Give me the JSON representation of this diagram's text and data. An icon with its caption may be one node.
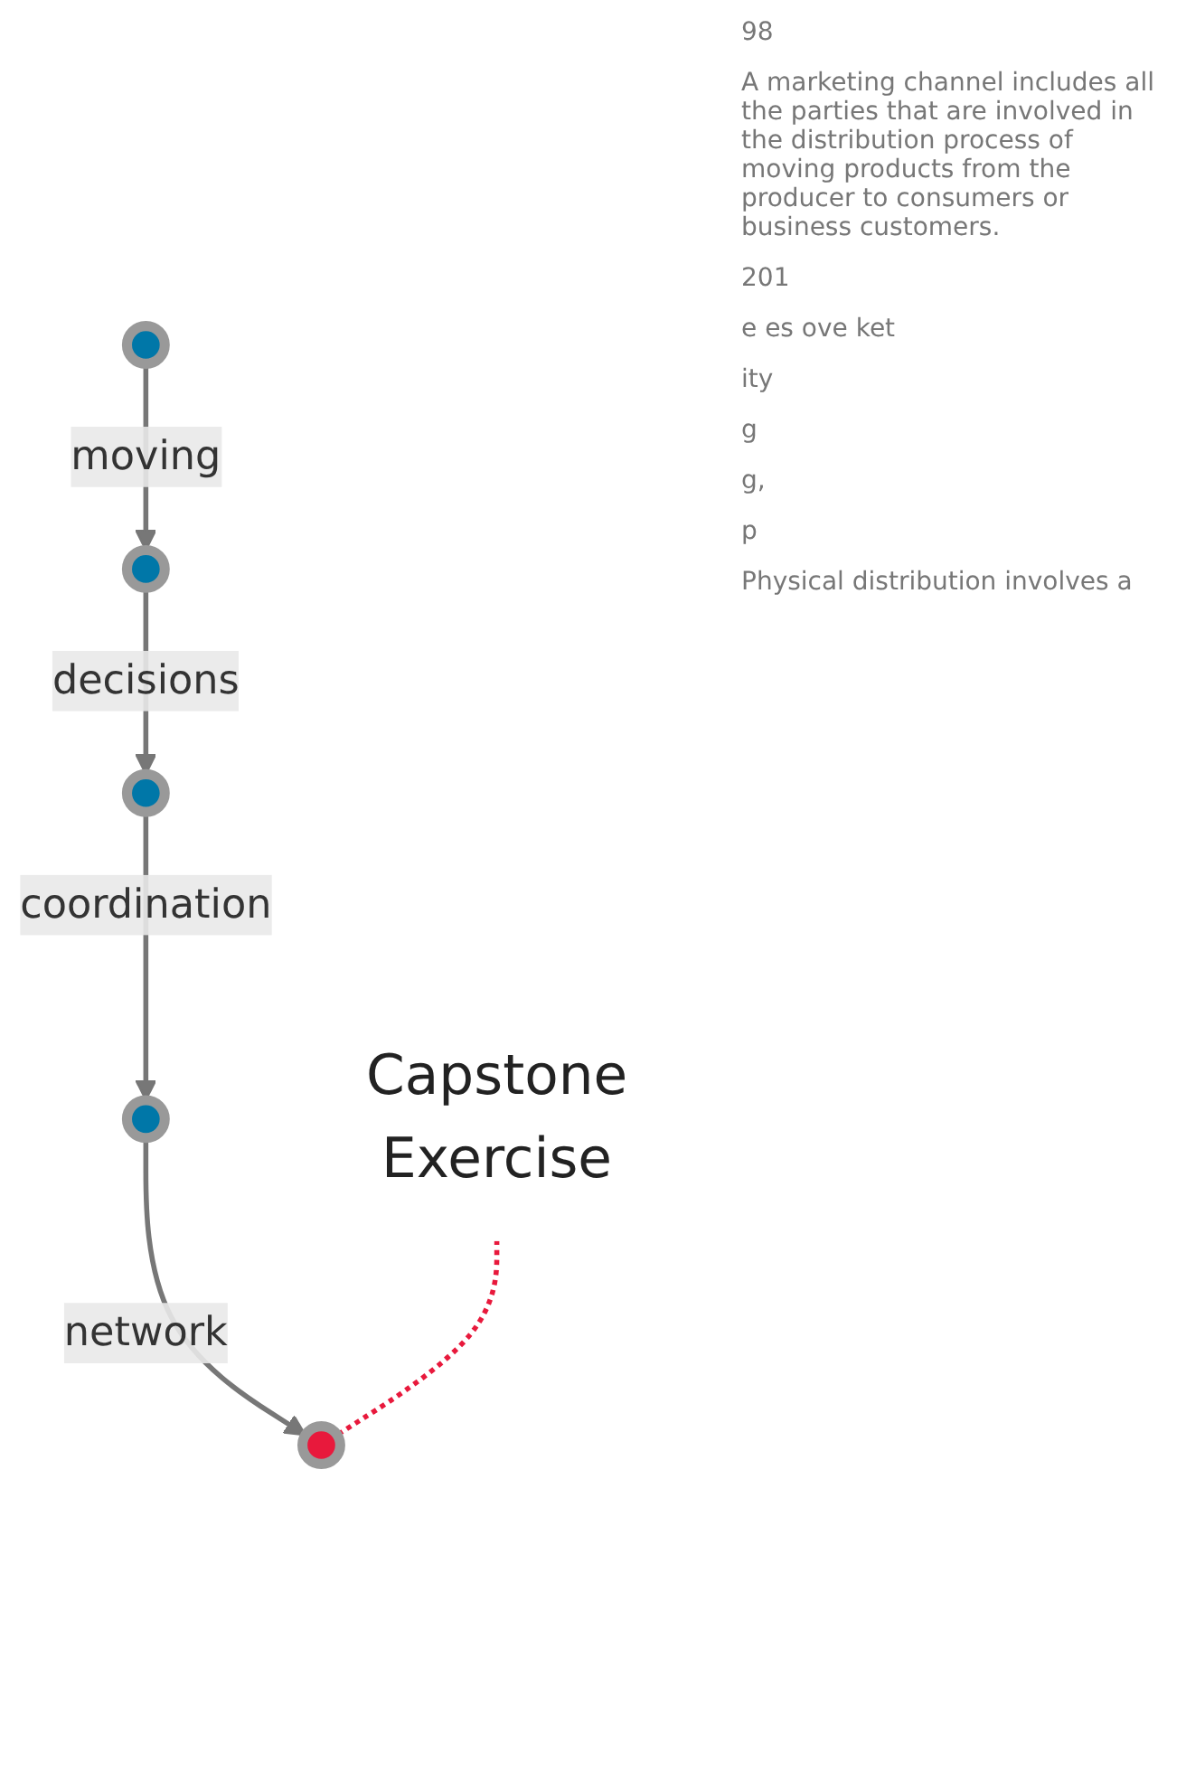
{
  "diagram": {
    "nodes": [
      {
        "text": [],
        "shape": "circle"
      },
      {
        "text": [],
        "shape": "circle"
      },
      {
        "text": [],
        "shape": "circle"
      },
      {
        "text": [],
        "shape": "circle"
      },
      {
        "text": [],
        "shape": "circle"
      },
      {
        "text": [
          "Capstone",
          "Exercise"
        ]
      }
    ],
    "edges": [
      {
        "from": 0,
        "to": 1,
        "arrow": "to",
        "label": "moving"
      },
      {
        "from": 1,
        "to": 2,
        "arrow": "to",
        "label": "decisions"
      },
      {
        "from": 2,
        "to": 3,
        "arrow": "to",
        "label": "coordination"
      },
      {
        "from": 3,
        "to": 4,
        "arrow": "to",
        "label": "network"
      },
      {
        "from": 5,
        "to": 4,
        "arrow": "none",
        "style": "dashed",
        "color": "#e8193c"
      }
    ],
    "labels": [
      "98",
      "A marketing channel includes all the parties that are involved in the distribution process of moving products from the producer to consumers or business customers.",
      "201",
      "e es ove ket",
      "ity",
      "g",
      "g,",
      "p",
      "Physical distribution involves a"
    ]
  }
}
